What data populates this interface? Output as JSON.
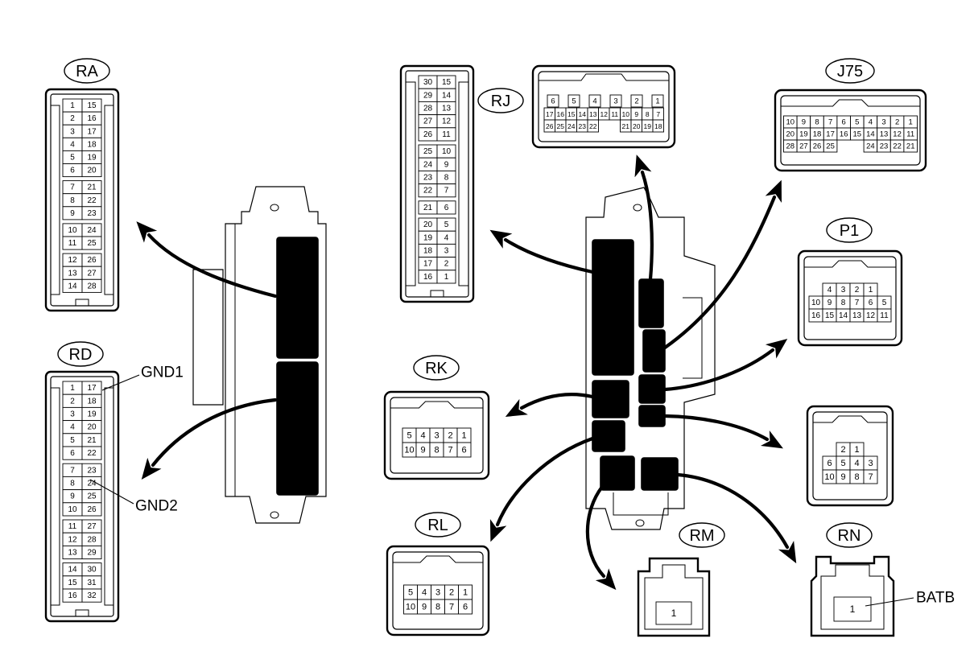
{
  "colors": {
    "line": "#000000",
    "background": "#ffffff",
    "block_fill": "#a9a9a9"
  },
  "connectors": {
    "RA": {
      "label": "RA",
      "pins_left": [
        "1",
        "2",
        "3",
        "4",
        "5",
        "6",
        "7",
        "8",
        "9",
        "10",
        "11",
        "12",
        "13",
        "14"
      ],
      "pins_right": [
        "15",
        "16",
        "17",
        "18",
        "19",
        "20",
        "21",
        "22",
        "23",
        "24",
        "25",
        "26",
        "27",
        "28"
      ]
    },
    "RD": {
      "label": "RD",
      "pins_left": [
        "1",
        "2",
        "3",
        "4",
        "5",
        "6",
        "7",
        "8",
        "9",
        "10",
        "11",
        "12",
        "13",
        "14",
        "15",
        "16"
      ],
      "pins_right": [
        "17",
        "18",
        "19",
        "20",
        "21",
        "22",
        "23",
        "24",
        "25",
        "26",
        "27",
        "28",
        "29",
        "30",
        "31",
        "32"
      ]
    },
    "RJ": {
      "label": "RJ",
      "pins_left": [
        "30",
        "29",
        "28",
        "27",
        "26",
        "25",
        "24",
        "23",
        "22",
        "21",
        "20",
        "19",
        "18",
        "17",
        "16"
      ],
      "pins_right": [
        "15",
        "14",
        "13",
        "12",
        "11",
        "10",
        "9",
        "8",
        "7",
        "6",
        "5",
        "4",
        "3",
        "2",
        "1"
      ]
    },
    "RJ2": {
      "rows": [
        [
          "6",
          "5",
          "4",
          "3",
          "2",
          "1"
        ],
        [
          "17",
          "16",
          "15",
          "14",
          "13",
          "12",
          "11",
          "10",
          "9",
          "8",
          "7"
        ],
        [
          "26",
          "25",
          "24",
          "23",
          "22",
          "21",
          "20",
          "19",
          "18"
        ]
      ]
    },
    "J75": {
      "label": "J75",
      "rows": [
        [
          "10",
          "9",
          "8",
          "7",
          "6",
          "5",
          "4",
          "3",
          "2",
          "1"
        ],
        [
          "20",
          "19",
          "18",
          "17",
          "16",
          "15",
          "14",
          "13",
          "12",
          "11"
        ],
        [
          "28",
          "27",
          "26",
          "25",
          "24",
          "23",
          "22",
          "21"
        ]
      ]
    },
    "P1": {
      "label": "P1",
      "rows": [
        [
          "4",
          "3",
          "2",
          "1"
        ],
        [
          "10",
          "9",
          "8",
          "7",
          "6",
          "5"
        ],
        [
          "16",
          "15",
          "14",
          "13",
          "12",
          "11"
        ]
      ]
    },
    "RK": {
      "label": "RK",
      "rows": [
        [
          "5",
          "4",
          "3",
          "2",
          "1"
        ],
        [
          "10",
          "9",
          "8",
          "7",
          "6"
        ]
      ]
    },
    "RL": {
      "label": "RL",
      "rows": [
        [
          "5",
          "4",
          "3",
          "2",
          "1"
        ],
        [
          "10",
          "9",
          "8",
          "7",
          "6"
        ]
      ]
    },
    "UNLABELED": {
      "rows": [
        [
          "2",
          "1"
        ],
        [
          "6",
          "5",
          "4",
          "3"
        ],
        [
          "10",
          "9",
          "8",
          "7"
        ]
      ]
    },
    "RM": {
      "label": "RM",
      "pin": "1"
    },
    "RN": {
      "label": "RN",
      "pin": "1"
    }
  },
  "callouts": {
    "gnd1": "GND1",
    "gnd2": "GND2",
    "batb": "BATB"
  }
}
